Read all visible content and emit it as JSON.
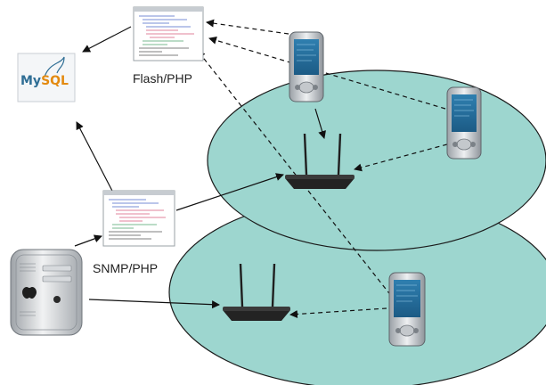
{
  "labels": {
    "flash_php": "Flash/PHP",
    "snmp_php": "SNMP/PHP",
    "mysql_logo": "MySQL"
  },
  "icons": {
    "database": "mysql-logo-icon",
    "web_app": "code-window-icon",
    "server": "mac-pro-tower-icon",
    "router": "wireless-router-icon",
    "handheld": "pocket-pc-pda-icon"
  },
  "colors": {
    "network_fill": "#9dd6cf",
    "network_stroke": "#1a1a1a",
    "arrow": "#111111",
    "mysql_blue": "#2f6e95",
    "mysql_orange": "#e38a10"
  }
}
